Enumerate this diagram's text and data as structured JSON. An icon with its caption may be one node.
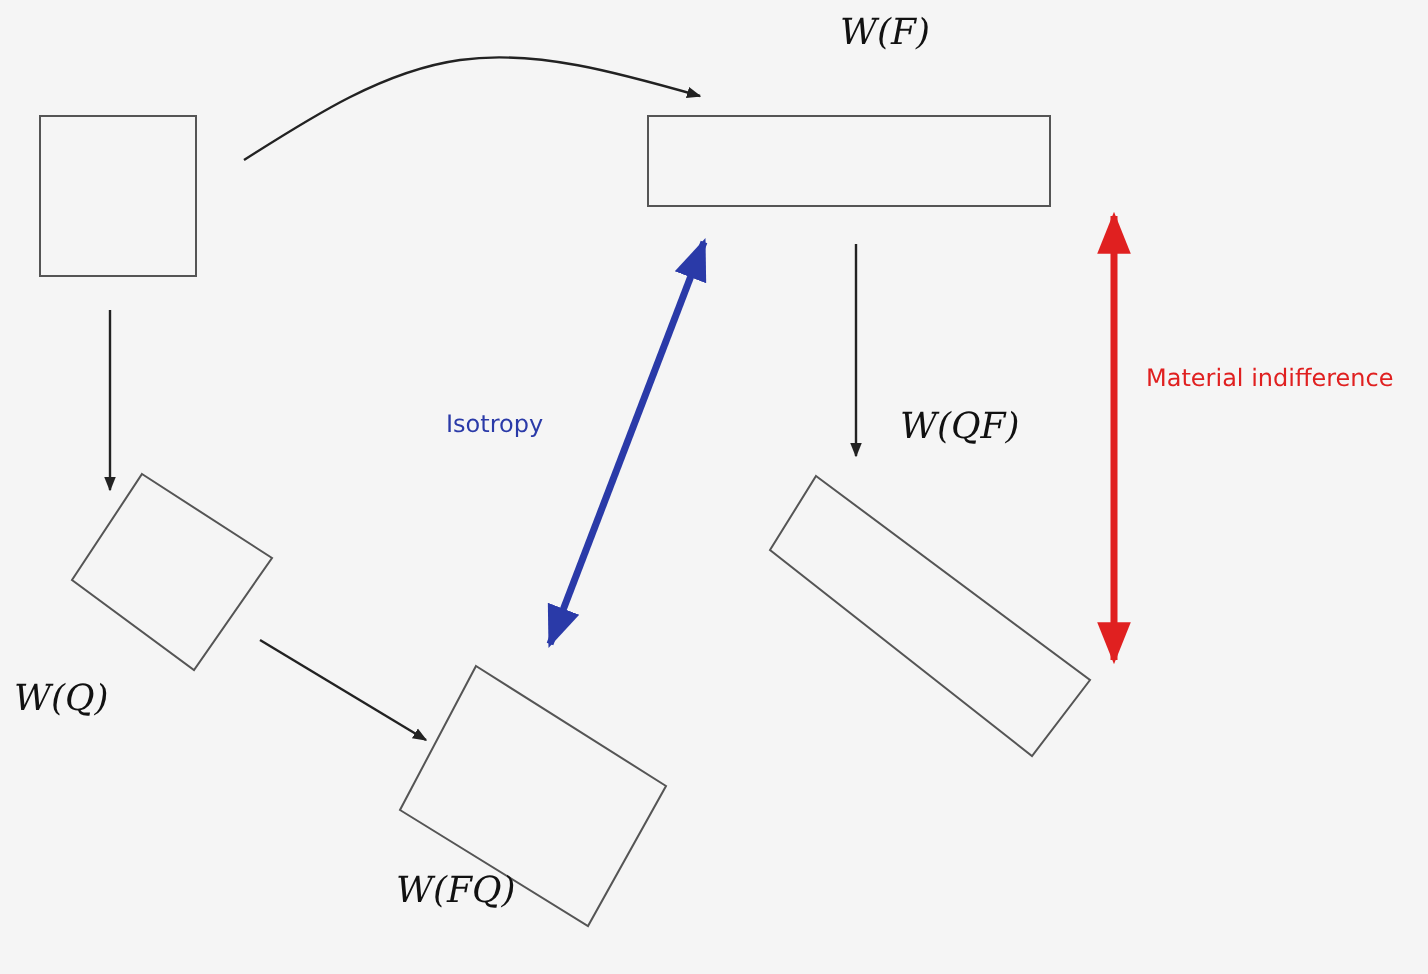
{
  "diagram": {
    "nodes": [
      {
        "text": [],
        "shape": "box"
      },
      {
        "text": [
          "W(F)"
        ]
      },
      {
        "text": [
          "W(Q)"
        ]
      },
      {
        "text": [
          "W(FQ)"
        ]
      },
      {
        "text": [
          "W(QF)"
        ]
      }
    ],
    "edges": [
      {
        "from": 0,
        "to": 1,
        "arrow": "to"
      },
      {
        "from": 0,
        "to": 2,
        "arrow": "to"
      },
      {
        "from": 2,
        "to": 3,
        "arrow": "to"
      },
      {
        "from": 1,
        "to": 4,
        "arrow": "to"
      },
      {
        "from": 1,
        "to": 3,
        "arrow": "both",
        "label": "Isotropy",
        "style": "thick",
        "color": "#2a3aa8"
      },
      {
        "from": 1,
        "to": 4,
        "arrow": "both",
        "label": "Material indifference",
        "style": "thick",
        "color": "#e02020"
      }
    ]
  }
}
